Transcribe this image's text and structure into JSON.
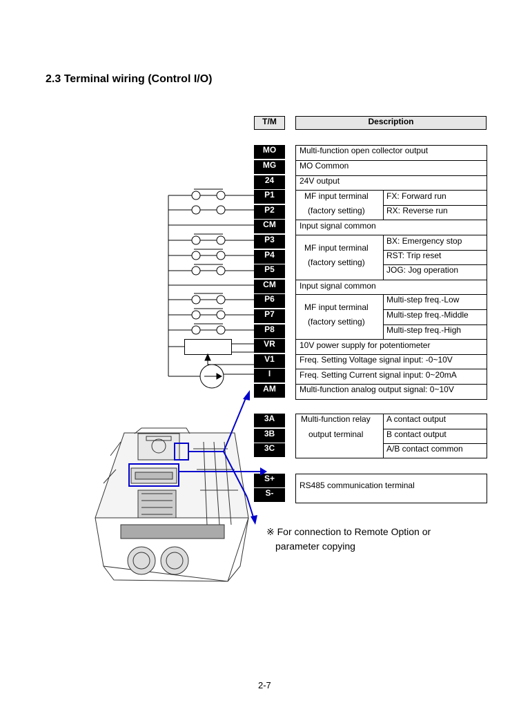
{
  "page": {
    "title": "2.3 Terminal wiring (Control I/O)",
    "page_number": "2-7"
  },
  "table_header": {
    "tm": "T/M",
    "description": "Description"
  },
  "terminals": [
    {
      "label": "MO"
    },
    {
      "label": "MG"
    },
    {
      "label": "24"
    },
    {
      "label": "P1"
    },
    {
      "label": "P2"
    },
    {
      "label": "CM"
    },
    {
      "label": "P3"
    },
    {
      "label": "P4"
    },
    {
      "label": "P5"
    },
    {
      "label": "CM"
    },
    {
      "label": "P6"
    },
    {
      "label": "P7"
    },
    {
      "label": "P8"
    },
    {
      "label": "VR"
    },
    {
      "label": "V1"
    },
    {
      "label": "I"
    },
    {
      "label": "AM"
    }
  ],
  "relay_terminals": [
    {
      "label": "3A"
    },
    {
      "label": "3B"
    },
    {
      "label": "3C"
    }
  ],
  "comm_terminals": [
    {
      "label": "S+"
    },
    {
      "label": "S-"
    }
  ],
  "descriptions": {
    "mo": "Multi-function open collector output",
    "mg": "MO Common",
    "v24": "24V output",
    "cm1": "Input signal common",
    "cm2": "Input signal common",
    "vr": "10V power supply for potentiometer",
    "v1": "Freq. Setting Voltage signal input: -0~10V",
    "i": "Freq. Setting Current signal input: 0~20mA",
    "am": "Multi-function analog output signal: 0~10V",
    "rs485": "RS485 communication terminal"
  },
  "group1": {
    "name_line1": "MF input terminal",
    "name_line2": "(factory setting)",
    "items": [
      "FX: Forward run",
      "RX: Reverse run"
    ]
  },
  "group2": {
    "name_line1": "MF input terminal",
    "name_line2": "(factory setting)",
    "items": [
      "BX: Emergency stop",
      "RST: Trip reset",
      "JOG: Jog operation"
    ]
  },
  "group3": {
    "name_line1": "MF input terminal",
    "name_line2": "(factory setting)",
    "items": [
      "Multi-step freq.-Low",
      "Multi-step freq.-Middle",
      "Multi-step freq.-High"
    ]
  },
  "relay": {
    "name_line1": "Multi-function relay",
    "name_line2": "output terminal",
    "items": [
      "A contact output",
      "B contact output",
      "A/B contact common"
    ]
  },
  "note": {
    "line1": "※ For connection to Remote Option or",
    "line2": "parameter copying"
  },
  "colors": {
    "accent_blue": "#0000cc",
    "header_gray": "#e6e6e6"
  }
}
